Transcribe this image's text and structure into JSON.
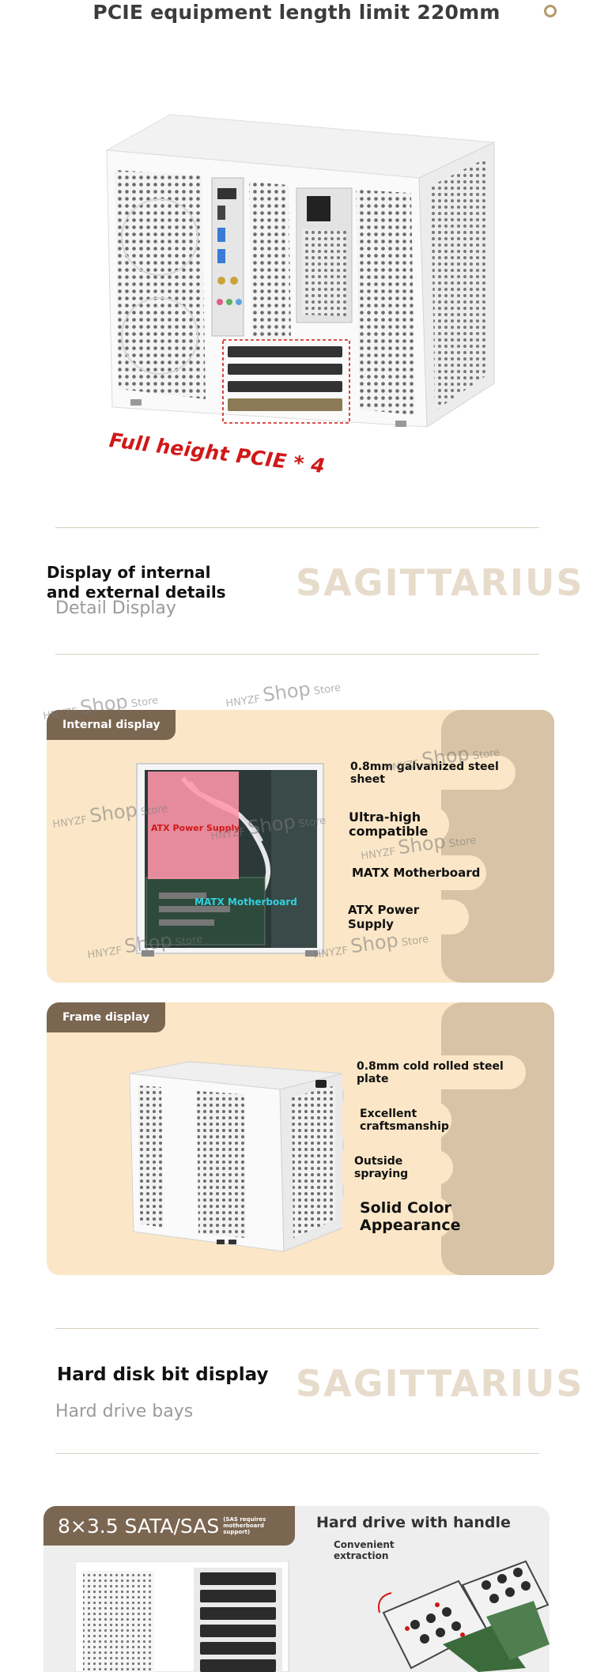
{
  "top": {
    "heading": "PCIE equipment length limit 220mm"
  },
  "case1": {
    "pcie_label": "Full height PCIE * 4"
  },
  "section1": {
    "title_line1": "Display of internal",
    "title_line2": "and external details",
    "subtitle": "Detail Display",
    "brand": "SAGITTARIUS"
  },
  "internal": {
    "tag": "Internal display",
    "atx_overlay": "ATX Power Supply",
    "matx_overlay": "MATX Motherboard",
    "features": [
      "0.8mm galvanized steel sheet",
      "Ultra-high compatible",
      "MATX Motherboard",
      "ATX Power Supply"
    ]
  },
  "frame": {
    "tag": "Frame display",
    "features": [
      "0.8mm cold rolled steel plate",
      "Excellent craftsmanship",
      "Outside spraying",
      "Solid Color Appearance"
    ]
  },
  "section2": {
    "title": "Hard disk bit display",
    "subtitle": "Hard drive bays",
    "brand": "SAGITTARIUS"
  },
  "bays": {
    "capacity": "8×3.5 SATA/SAS",
    "note": "(SAS requires motherboard support)",
    "handle_title": "Hard drive with handle",
    "handle_sub": "Convenient extraction"
  },
  "watermark": {
    "prefix": "HNYZF",
    "main": "Shop",
    "suffix": "Store"
  },
  "colors": {
    "accent_brown": "#7b6651",
    "panel_cream": "#fbe7c7",
    "panel_side": "#d8c3a6",
    "pcie_red": "#d01818",
    "matx_cyan": "#2fd0e0"
  }
}
